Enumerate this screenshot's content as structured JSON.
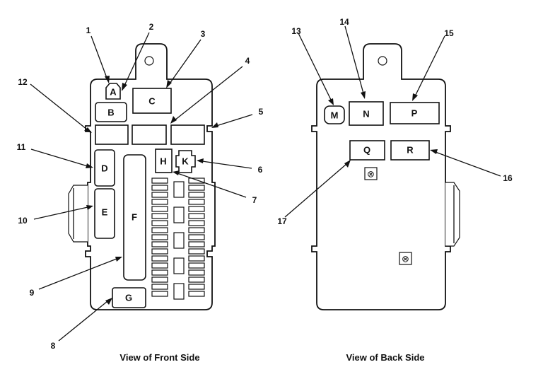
{
  "captions": {
    "front": "View of Front Side",
    "back": "View of Back Side"
  },
  "components": {
    "A": "A",
    "B": "B",
    "C": "C",
    "D": "D",
    "E": "E",
    "F": "F",
    "G": "G",
    "H": "H",
    "K": "K",
    "M": "M",
    "N": "N",
    "P": "P",
    "Q": "Q",
    "R": "R"
  },
  "callouts": {
    "c1": "1",
    "c2": "2",
    "c3": "3",
    "c4": "4",
    "c5": "5",
    "c6": "6",
    "c7": "7",
    "c8": "8",
    "c9": "9",
    "c10": "10",
    "c11": "11",
    "c12": "12",
    "c13": "13",
    "c14": "14",
    "c15": "15",
    "c16": "16",
    "c17": "17"
  },
  "symbols": {
    "screw": "⊗"
  }
}
